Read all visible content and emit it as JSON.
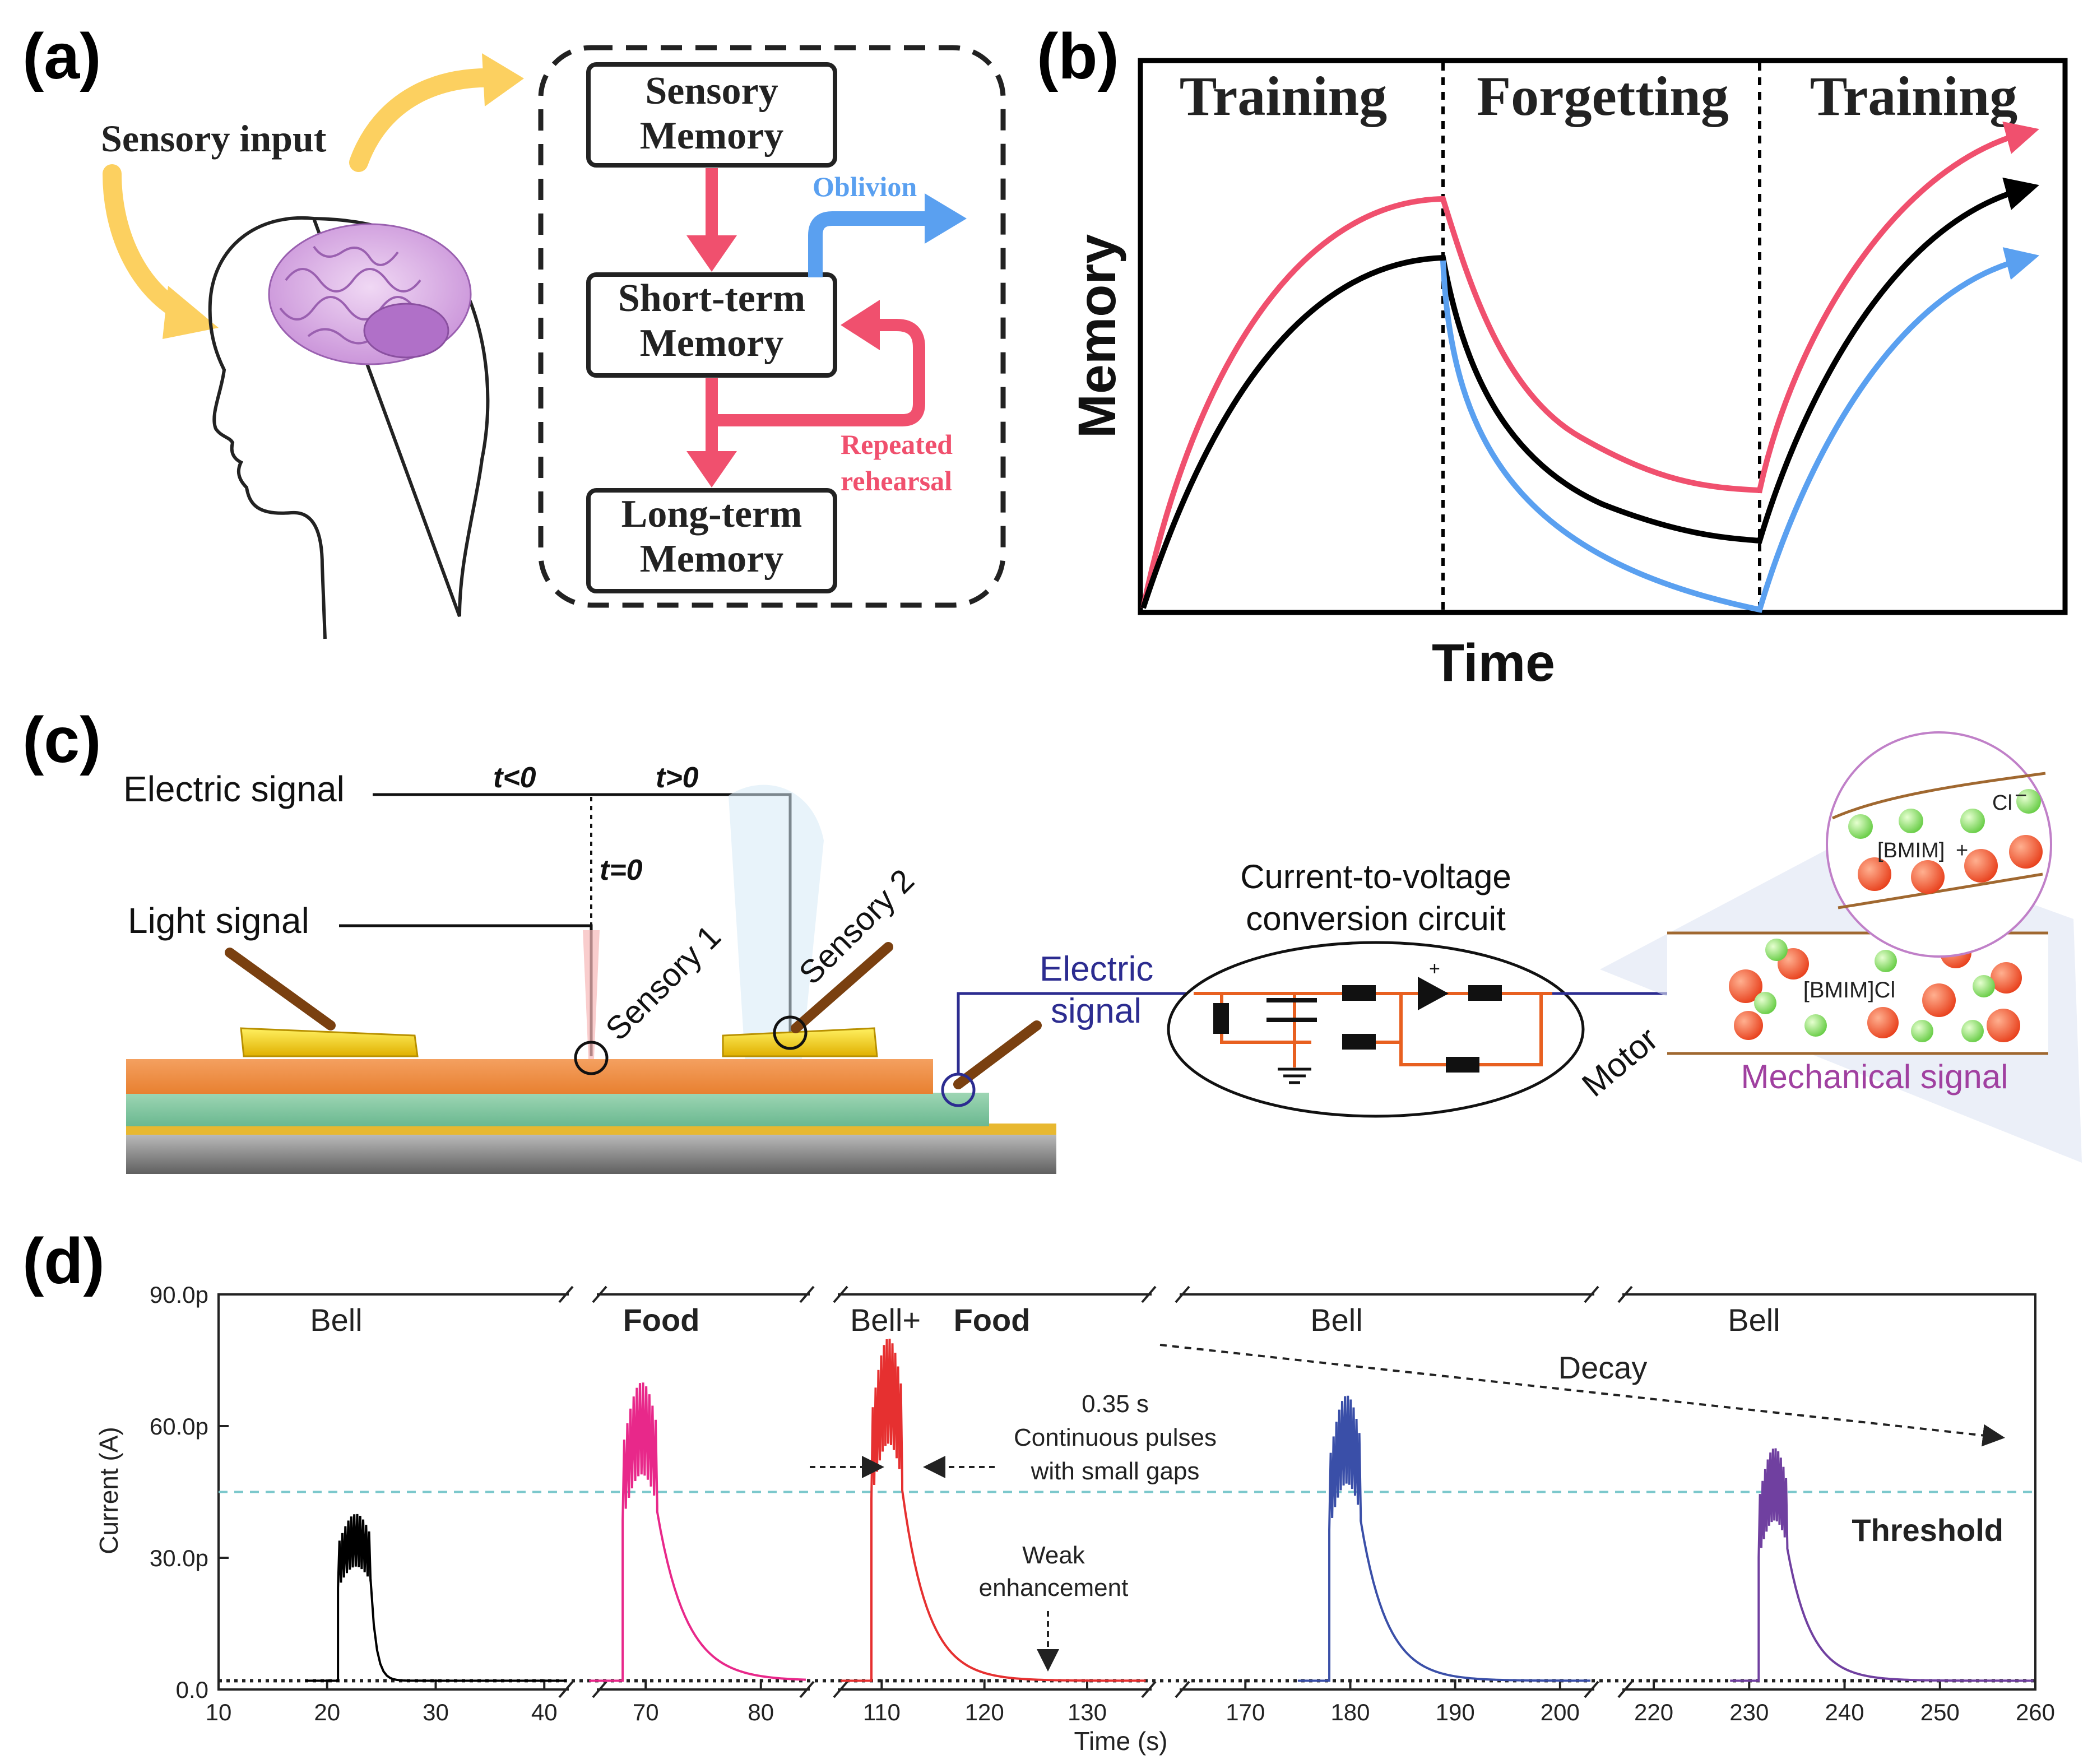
{
  "panel_a": {
    "label": "(a)",
    "sensory_input": "Sensory input",
    "box_sensory": [
      "Sensory",
      "Memory"
    ],
    "box_short": [
      "Short-term",
      "Memory"
    ],
    "box_long": [
      "Long-term",
      "Memory"
    ],
    "oblivion": "Oblivion",
    "rehearsal": [
      "Repeated",
      "rehearsal"
    ]
  },
  "panel_b": {
    "label": "(b)",
    "phase_1": "Training",
    "phase_2": "Forgetting",
    "phase_3": "Training",
    "ylabel": "Memory",
    "xlabel": "Time",
    "colors": {
      "red": "#f0506e",
      "black": "#000000",
      "blue": "#5aa0f0"
    }
  },
  "panel_c": {
    "label": "(c)",
    "electric_signal": "Electric signal",
    "light_signal": "Light signal",
    "t_lt0": "t<0",
    "t_gt0": "t>0",
    "t_eq0": "t=0",
    "sensory_1": "Sensory 1",
    "sensory_2": "Sensory 2",
    "circuit_title": [
      "Current-to-voltage",
      "conversion circuit"
    ],
    "electric_signal_2": [
      "Electric",
      "signal"
    ],
    "motor": "Motor",
    "cl": "Cl",
    "bmim_plus": "[BMIM]",
    "bmim_cl": "[BMIM]Cl",
    "mechanical_signal": "Mechanical signal"
  },
  "panel_d": {
    "label": "(d)",
    "segments": [
      "Bell",
      "Food",
      "Bell+",
      "Food",
      "Bell",
      "Bell"
    ],
    "decay": "Decay",
    "pulse_note": [
      "0.35 s",
      "Continuous pulses",
      "with small gaps"
    ],
    "weak_note": [
      "Weak",
      "enhancement"
    ],
    "threshold": "Threshold",
    "ylabel": "Current (A)",
    "xlabel": "Time (s)",
    "y_ticks": [
      "0.0",
      "30.0p",
      "60.0p",
      "90.0p"
    ],
    "x_ticks": [
      "10",
      "20",
      "30",
      "40",
      "70",
      "80",
      "110",
      "120",
      "130",
      "170",
      "180",
      "190",
      "200",
      "220",
      "230",
      "240",
      "250",
      "260"
    ]
  },
  "chart_data": {
    "type": "line",
    "xlabel": "Time (s)",
    "ylabel": "Current (A)",
    "ylim": [
      0,
      90
    ],
    "threshold": 45,
    "axis_breaks": [
      [
        40,
        70
      ],
      [
        80,
        110
      ],
      [
        130,
        170
      ],
      [
        200,
        220
      ]
    ],
    "series": [
      {
        "name": "Bell",
        "color": "#000000",
        "pulse_start": 21,
        "pulse_end": 24,
        "peak": 40,
        "mean": 33
      },
      {
        "name": "Food",
        "color": "#e8288a",
        "pulse_start": 68,
        "pulse_end": 71,
        "peak": 70,
        "mean": 55
      },
      {
        "name": "Bell+Food",
        "color": "#e63030",
        "pulse_start": 109,
        "pulse_end": 112,
        "peak": 80,
        "mean": 62
      },
      {
        "name": "Bell",
        "color": "#3a4fa8",
        "pulse_start": 178,
        "pulse_end": 181,
        "peak": 67,
        "mean": 52
      },
      {
        "name": "Bell",
        "color": "#7040a0",
        "pulse_start": 231,
        "pulse_end": 234,
        "peak": 55,
        "mean": 43
      }
    ]
  }
}
